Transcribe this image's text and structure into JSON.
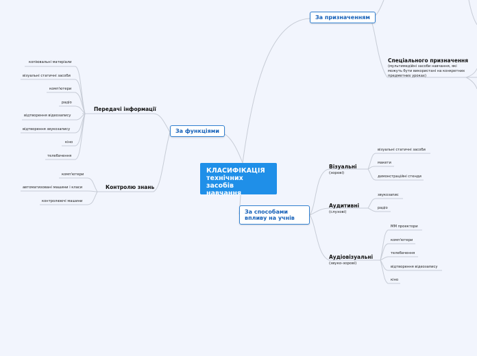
{
  "root": {
    "title": "КЛАСИФІКАЦІЯ технічних засобів навчання"
  },
  "branches": {
    "purpose": {
      "label": "За призначенням",
      "special": {
        "title": "Спеціального призначення",
        "desc": "(мультимедійні засоби навчання, які можуть бути використані на конкретних предметних уроках)"
      }
    },
    "functions": {
      "label": "За функціями",
      "transfer": {
        "label": "Передачі інформації",
        "items": [
          "копіювальні матеріали",
          "візуальні статичні засоби",
          "комп'ютери",
          "радіо",
          "відтворення відеозапису",
          "відтворення звукозапису",
          "кіно",
          "телебачення"
        ]
      },
      "control": {
        "label": "Контролю знань",
        "items": [
          "комп'ютери",
          "автоматизовані машини і класи",
          "контролюючі машини"
        ]
      }
    },
    "impact": {
      "label": "За способами впливу на учнів",
      "visual": {
        "title": "Візуальні",
        "sub": "(зорові)",
        "items": [
          "візуальні статичні засоби",
          "макети",
          "демонстраційні стенди"
        ]
      },
      "audio": {
        "title": "Аудитивні",
        "sub": "(слухові)",
        "items": [
          "звукозапис",
          "радіо"
        ]
      },
      "audiovisual": {
        "title": "Аудіовізуальні",
        "sub": "(звуко-зорові)",
        "items": [
          "ММ проектори",
          "комп'ютери",
          "телебачення",
          "відтворення відеозапису",
          "кіно"
        ]
      }
    }
  },
  "colors": {
    "background": "#f2f5fd",
    "root": "#1f8fe8",
    "branch_border": "#2f7fd0",
    "branch_text": "#1560b8",
    "line": "#c7ccd6"
  }
}
